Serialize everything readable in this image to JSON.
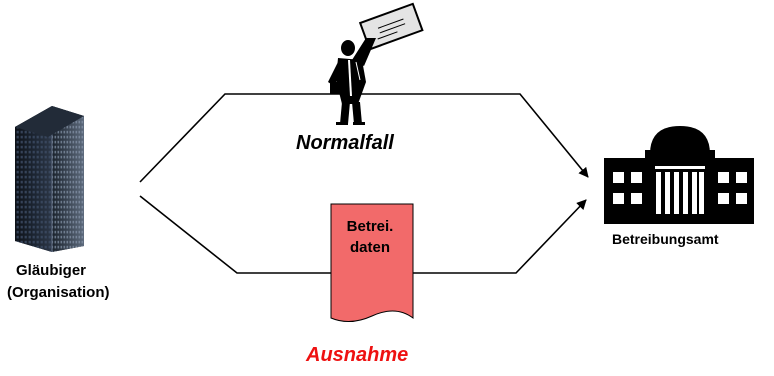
{
  "diagram": {
    "creditor": {
      "label_line1": "Gläubiger",
      "label_line2": "(Organisation)",
      "icon": "office-tower-icon"
    },
    "office": {
      "label": "Betreibungsamt",
      "icon": "government-building-icon"
    },
    "normal_path": {
      "label": "Normalfall",
      "icon": "person-with-letter-icon"
    },
    "exception_path": {
      "label": "Ausnahme",
      "document_line1": "Betrei.",
      "document_line2": "daten",
      "icon": "data-document-icon"
    },
    "colors": {
      "line": "#000000",
      "exception_label": "#ee1111",
      "document_fill": "#f26a6a",
      "building_dark": "#141a22",
      "window_light": "#4a5a72"
    }
  }
}
